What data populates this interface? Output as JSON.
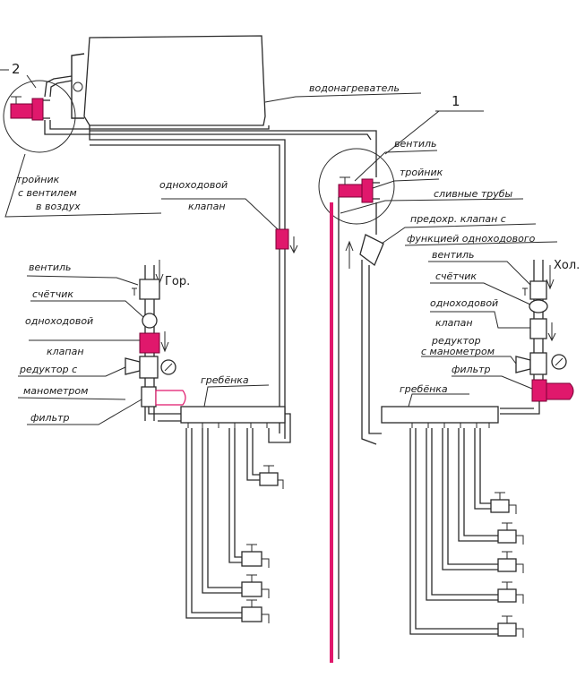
{
  "labels": {
    "num_1": "1",
    "num_2": "2",
    "water_heater": "водонагреватель",
    "tee_with_valve": [
      "тройник",
      "с вентилем",
      "в воздух"
    ],
    "check_valve_top": [
      "одноходовой",
      "клапан"
    ],
    "valve_right": "вентиль",
    "tee_right": "тройник",
    "drain_pipes": "сливные трубы",
    "relief_valve": [
      "предохр. клапан с",
      "функцией одноходового"
    ],
    "valve_left": "вентиль",
    "hot": "Гор.",
    "meter_left": "счётчик",
    "check_valve_left": [
      "одноходовой",
      "клапан"
    ],
    "reducer_left": [
      "редуктор с",
      "манометром"
    ],
    "filter_left": "фильтр",
    "manifold_left": "гребёнка",
    "valve_right2": "вентиль",
    "cold": "Хол.",
    "meter_right": "счётчик",
    "check_valve_right": [
      "одноходовой",
      "клапан"
    ],
    "reducer_right": [
      "редуктор",
      "с манометром"
    ],
    "filter_right": "фильтр",
    "manifold_right": "гребёнка"
  },
  "colors": {
    "ink": "#2a2a2a",
    "highlight": "#e0186c"
  }
}
